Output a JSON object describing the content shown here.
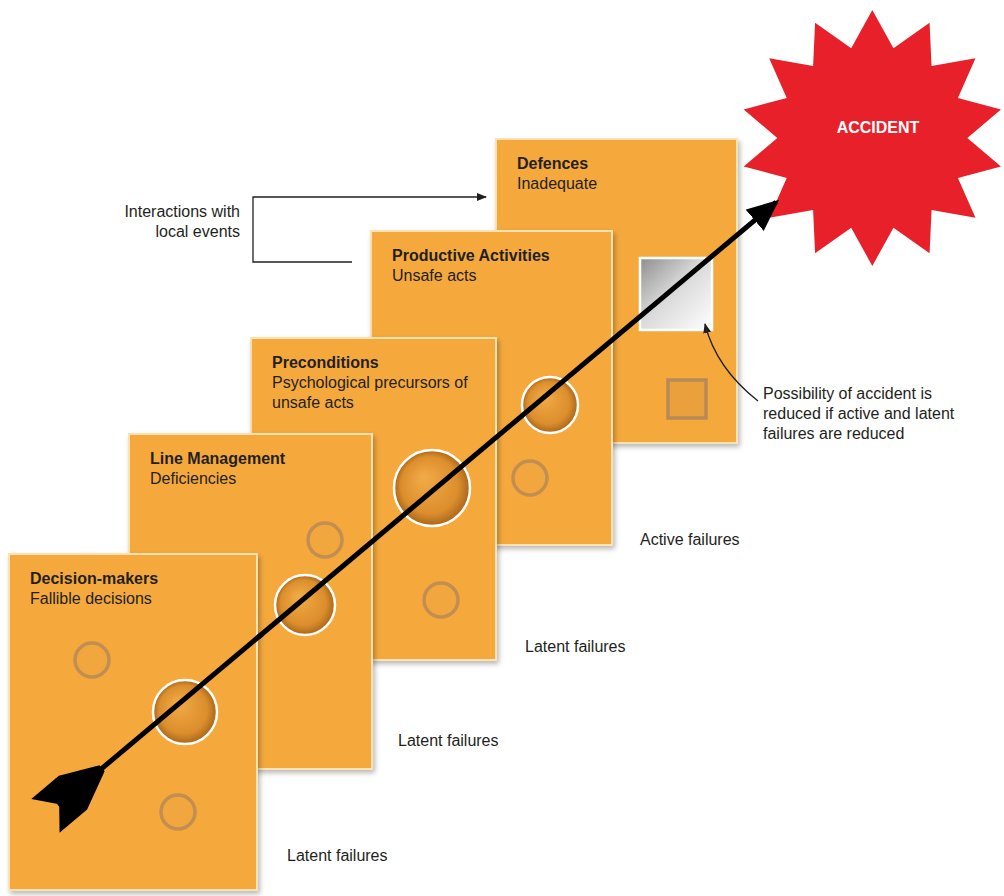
{
  "diagram": {
    "nodes": [
      {
        "text": [
          "Decision-makers",
          "Fallible decisions"
        ]
      },
      {
        "text": [
          "Line Management",
          "Deficiencies"
        ]
      },
      {
        "text": [
          "Preconditions",
          "Psychological precursors of unsafe acts"
        ]
      },
      {
        "text": [
          "Productive Activities",
          "Unsafe acts"
        ]
      },
      {
        "text": [
          "Defences",
          "Inadequate"
        ]
      },
      {
        "text": [
          "ACCIDENT"
        ]
      }
    ],
    "edges": [
      {
        "from": 0,
        "to": 5,
        "arrow": "to"
      }
    ],
    "labels": [
      "Interactions with local events",
      "Possibility of accident is reduced if active and latent failures are reduced",
      "Active failures",
      "Latent failures",
      "Latent failures",
      "Latent failures"
    ]
  }
}
